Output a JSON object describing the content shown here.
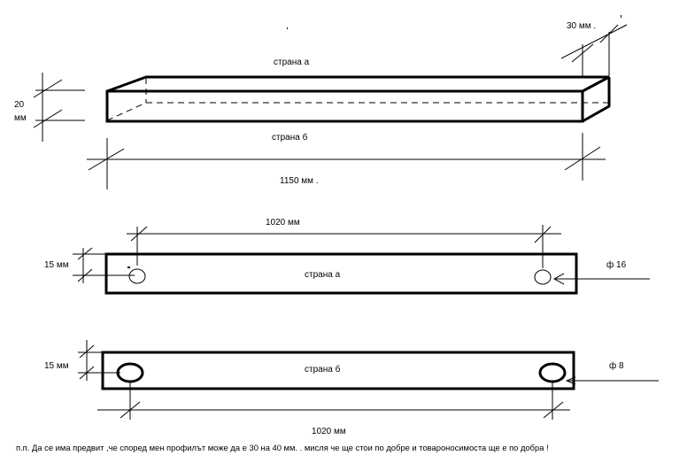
{
  "diagram": {
    "top_view": {
      "label_side_a": "страна а",
      "label_side_b": "страна б",
      "height_value": "20",
      "height_unit": "мм",
      "width_label": "30 мм .",
      "length_label": "1150  мм ."
    },
    "plate_a": {
      "dimension_top": "1020 мм",
      "dimension_side": "15 мм",
      "label": "страна а",
      "hole_label": "ф 16"
    },
    "plate_b": {
      "dimension_side": "15 мм",
      "label": "страна б",
      "hole_label": "ф 8",
      "dimension_bottom": "1020 мм"
    },
    "note": "п.п.  Да се има предвит ,че според мен профилът може да е 30 на 40 мм. . мисля че ще стои по добре и товароносимоста ще е по добра !"
  }
}
